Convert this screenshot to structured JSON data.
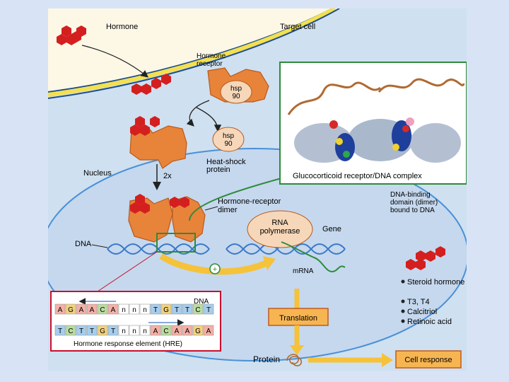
{
  "labels": {
    "hormone": "Hormone",
    "target_cell": "Target cell",
    "hormone_receptor": [
      "Hormone",
      "receptor"
    ],
    "hsp": [
      "hsp",
      "90"
    ],
    "heat_shock": [
      "Heat-shock",
      "protein"
    ],
    "nucleus": "Nucleus",
    "two_x": "2x",
    "hr_dimer": [
      "Hormone-receptor",
      "dimer"
    ],
    "rna_pol": [
      "RNA",
      "polymerase"
    ],
    "gene": "Gene",
    "dna": "DNA",
    "mrna": "mRNA",
    "plus": "+",
    "complex_caption": "Glucocorticoid receptor/DNA complex",
    "dna_binding": [
      "DNA-binding",
      "domain (dimer)",
      "bound to DNA"
    ],
    "translation": "Translation",
    "protein": "Protein",
    "cell_response": "Cell response"
  },
  "legend": [
    "Steroid hormone",
    "T3, T4",
    "Calcitriol",
    "Retinoic acid"
  ],
  "hre": {
    "dna_label": "DNA",
    "top_strand": [
      "A",
      "G",
      "A",
      "A",
      "C",
      "A",
      "n",
      "n",
      "n",
      "T",
      "G",
      "T",
      "T",
      "C",
      "T"
    ],
    "bottom_strand": [
      "T",
      "C",
      "T",
      "T",
      "G",
      "T",
      "n",
      "n",
      "n",
      "A",
      "C",
      "A",
      "A",
      "G",
      "A"
    ],
    "caption": "Hormone response element (HRE)"
  },
  "colors": {
    "hormone": "#d41f1f",
    "receptor": "#e8833a",
    "cell_fill": "#cfe0f0",
    "nucleus_fill": "#c5d8ee",
    "nucleus_border": "#4a90d6",
    "membrane": "#f2e050",
    "dna_blue": "#3a78c8",
    "arrow_yellow": "#f5c23a",
    "translation_box": "#f7b552"
  }
}
